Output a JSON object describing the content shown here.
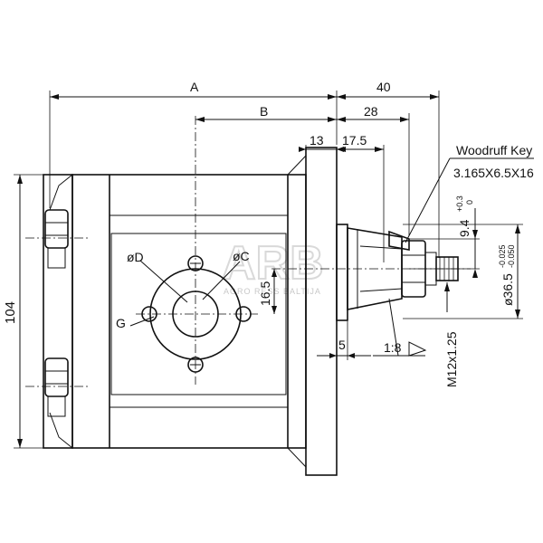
{
  "drawing": {
    "dimensions": {
      "A": "A",
      "B": "B",
      "dim_40": "40",
      "dim_28": "28",
      "dim_13": "13",
      "dim_17_5": "17.5",
      "dim_104": "104",
      "dim_16_5": "16.5",
      "dim_5": "5",
      "taper": "1:8",
      "thread": "M12x1.25",
      "key_height": "9.4",
      "key_height_tol_upper": "+0.3",
      "key_height_tol_lower": "0",
      "shaft_dia": "ø36.5",
      "shaft_tol_upper": "-0.025",
      "shaft_tol_lower": "-0.050"
    },
    "labels": {
      "diameter_D": "øD",
      "diameter_C": "øC",
      "G": "G",
      "woodruff_title": "Woodruff Key",
      "woodruff_spec": "3.165X6.5X16"
    },
    "watermark": {
      "logo": "ARB",
      "text": "AGRO RESS BALTIJA"
    }
  }
}
